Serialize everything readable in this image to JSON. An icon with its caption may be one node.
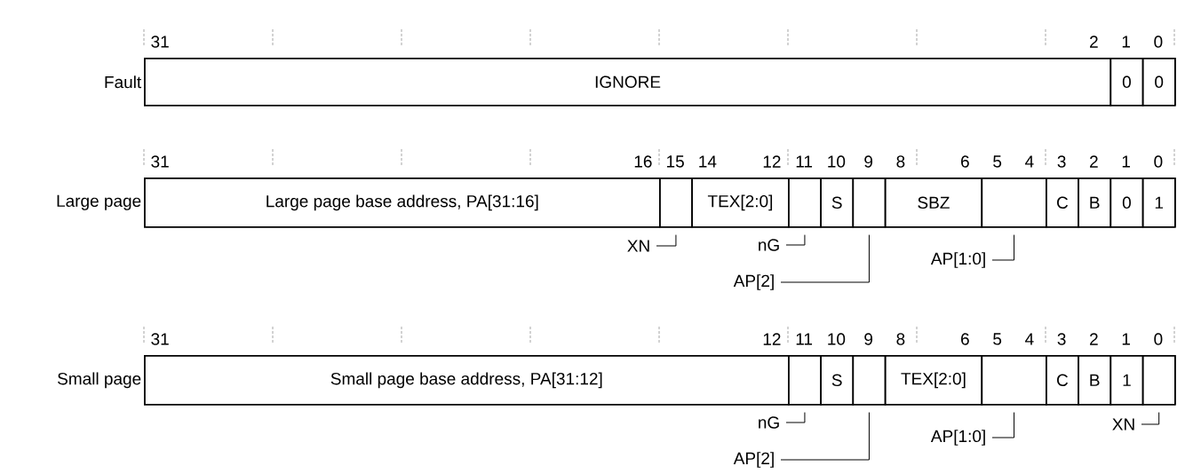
{
  "diagram": {
    "nodes": [
      {
        "text": [
          "Fault"
        ]
      },
      {
        "text": [
          "IGNORE"
        ],
        "in": 0
      },
      {
        "text": [
          "0"
        ],
        "in": 0
      },
      {
        "text": [
          "0"
        ],
        "in": 0
      },
      {
        "text": [
          "Large page"
        ]
      },
      {
        "text": [
          "Large page base address, PA[31:16]"
        ],
        "in": 4
      },
      {
        "text": [],
        "shape": "box",
        "in": 4
      },
      {
        "text": [
          "TEX[2:0]"
        ],
        "in": 4
      },
      {
        "text": [],
        "shape": "box",
        "in": 4
      },
      {
        "text": [
          "S"
        ],
        "in": 4
      },
      {
        "text": [],
        "shape": "box",
        "in": 4
      },
      {
        "text": [
          "SBZ"
        ],
        "in": 4
      },
      {
        "text": [],
        "shape": "box",
        "in": 4
      },
      {
        "text": [
          "C"
        ],
        "in": 4
      },
      {
        "text": [
          "B"
        ],
        "in": 4
      },
      {
        "text": [
          "0"
        ],
        "in": 4
      },
      {
        "text": [
          "1"
        ],
        "in": 4
      },
      {
        "text": [
          "Small page"
        ]
      },
      {
        "text": [
          "Small page base address, PA[31:12]"
        ],
        "in": 17
      },
      {
        "text": [],
        "shape": "box",
        "in": 17
      },
      {
        "text": [
          "S"
        ],
        "in": 17
      },
      {
        "text": [],
        "shape": "box",
        "in": 17
      },
      {
        "text": [
          "TEX[2:0]"
        ],
        "in": 17
      },
      {
        "text": [],
        "shape": "box",
        "in": 17
      },
      {
        "text": [
          "C"
        ],
        "in": 17
      },
      {
        "text": [
          "B"
        ],
        "in": 17
      },
      {
        "text": [
          "1"
        ],
        "in": 17
      },
      {
        "text": [],
        "shape": "box",
        "in": 17
      },
      {
        "text": [
          "XN"
        ]
      },
      {
        "text": [
          "nG"
        ]
      },
      {
        "text": [
          "AP[2]"
        ]
      },
      {
        "text": [
          "AP[1:0]"
        ]
      },
      {
        "text": [
          "nG"
        ]
      },
      {
        "text": [
          "AP[2]"
        ]
      },
      {
        "text": [
          "AP[1:0]"
        ]
      },
      {
        "text": [
          "XN"
        ]
      }
    ],
    "edges": [
      {
        "from": 28,
        "to": 6,
        "arrow": "none"
      },
      {
        "from": 29,
        "to": 8,
        "arrow": "none"
      },
      {
        "from": 30,
        "to": 10,
        "arrow": "none"
      },
      {
        "from": 31,
        "to": 12,
        "arrow": "none"
      },
      {
        "from": 32,
        "to": 19,
        "arrow": "none"
      },
      {
        "from": 33,
        "to": 21,
        "arrow": "none"
      },
      {
        "from": 34,
        "to": 23,
        "arrow": "none"
      },
      {
        "from": 35,
        "to": 27,
        "arrow": "none"
      }
    ],
    "labels": [
      "31",
      "2",
      "1",
      "0",
      "31",
      "16",
      "15",
      "14",
      "12",
      "11",
      "10",
      "9",
      "8",
      "6",
      "5",
      "4",
      "3",
      "2",
      "1",
      "0",
      "31",
      "12",
      "11",
      "10",
      "9",
      "8",
      "6",
      "5",
      "4",
      "3",
      "2",
      "1",
      "0"
    ]
  }
}
